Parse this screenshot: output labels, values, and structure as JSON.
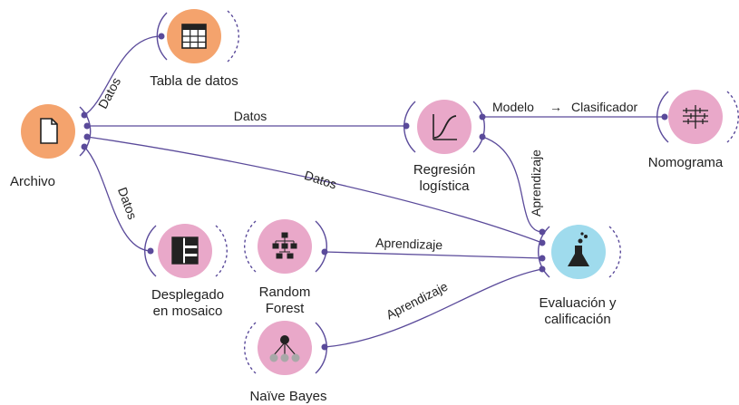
{
  "colors": {
    "orange": "#f4a36d",
    "pink": "#e9a8c9",
    "cyan": "#9fdbed",
    "link": "#5a4a9a"
  },
  "nodes": {
    "file": {
      "label": "Archivo",
      "icon": "file-icon"
    },
    "data_table": {
      "label": "Tabla de datos",
      "icon": "table-icon"
    },
    "logistic_regression": {
      "label_1": "Regresión",
      "label_2": "logística",
      "icon": "sigmoid-curve-icon"
    },
    "nomogram": {
      "label": "Nomograma",
      "icon": "nomogram-icon"
    },
    "mosaic": {
      "label_1": "Desplegado",
      "label_2": "en mosaico",
      "icon": "mosaic-icon"
    },
    "random_forest": {
      "label_1": "Random",
      "label_2": "Forest",
      "icon": "tree-icon"
    },
    "test_score": {
      "label_1": "Evaluación y",
      "label_2": "calificación",
      "icon": "flask-icon"
    },
    "naive_bayes": {
      "label": "Naïve Bayes",
      "icon": "bayes-network-icon"
    }
  },
  "links": {
    "file_to_table": "Datos",
    "file_to_logreg": "Datos",
    "file_to_test": "Datos",
    "file_to_mosaic": "Datos",
    "logreg_to_nomogram_from": "Modelo",
    "logreg_to_nomogram_arrow": "→",
    "logreg_to_nomogram_to": "Clasificador",
    "logreg_to_test": "Aprendizaje",
    "forest_to_test": "Aprendizaje",
    "bayes_to_test": "Aprendizaje"
  }
}
